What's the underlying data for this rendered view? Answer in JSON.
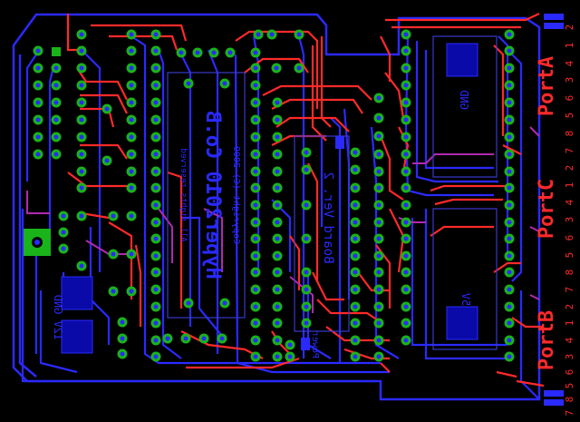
{
  "colors": {
    "background": "#000000",
    "top_copper": "#ff2a2a",
    "bottom_copper": "#2a2aff",
    "via_ring": "#1ab31a",
    "drill": "#2a2aff",
    "pad_fill": "#0a0aa8",
    "silkscreen_top": "#ff2a2a",
    "silkscreen_bottom": "#2a2aff",
    "power_pad": "#1ab31a"
  },
  "labels": {
    "port_a": "PortA",
    "port_c": "PortC",
    "port_b": "PortB",
    "pin_numbers_top": [
      "2",
      "1",
      "4",
      "3",
      "6",
      "5",
      "8",
      "7"
    ],
    "pin_numbers_mid": [
      "2",
      "1",
      "4",
      "3",
      "6",
      "5",
      "8",
      "7"
    ],
    "pin_numbers_bot": [
      "2",
      "1",
      "4",
      "3",
      "6",
      "5",
      "8",
      "7"
    ],
    "gnd_label": "GND",
    "v12_gnd_label": "12V GND",
    "hyper_label": "Hyper2010 Co.B",
    "board_label": "Board Ver. 2",
    "power_5v": "5V",
    "power_label": "Power",
    "copyright_label": "Copyright (C) 2009",
    "license_label": "All rights reserved"
  },
  "icons": {
    "power_connector": "square-pad-icon",
    "vias": "via-ring-icon"
  }
}
